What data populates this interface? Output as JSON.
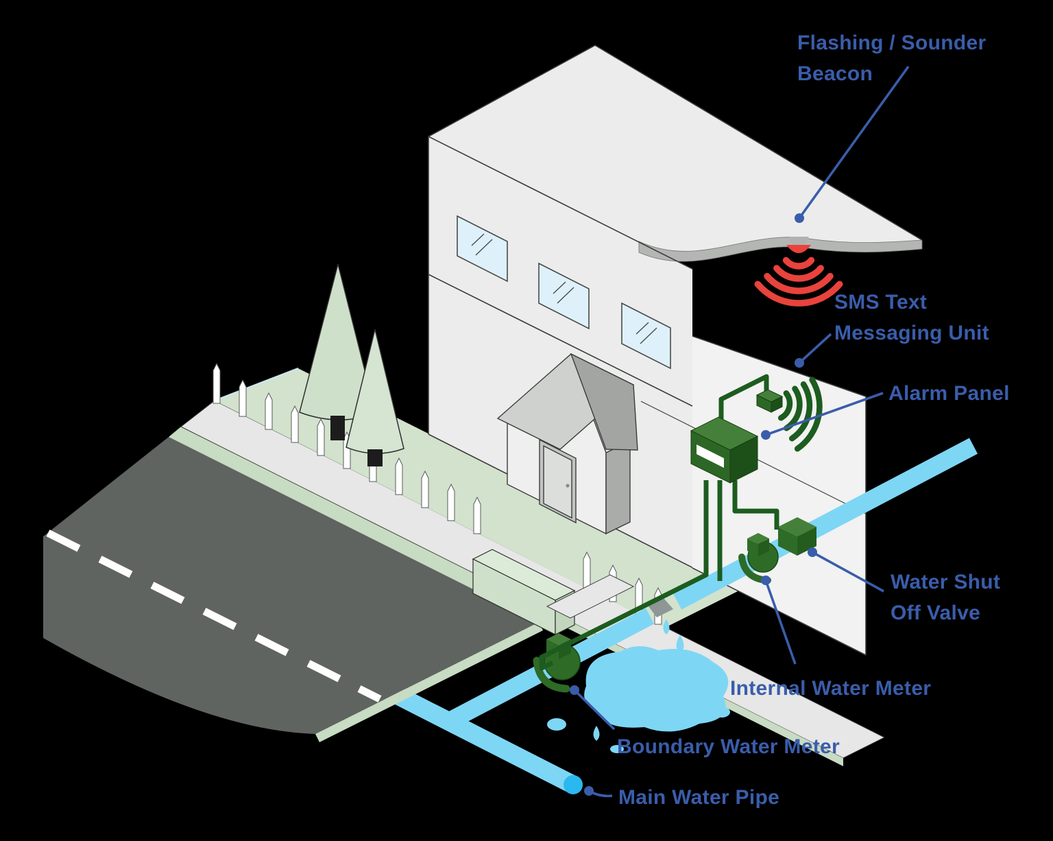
{
  "diagram": {
    "type": "isometric-illustration",
    "subject": "Water leak detection system on a building with road, garden and water supply pipework",
    "annotations": {
      "beacon": {
        "line1": "Flashing / Sounder",
        "line2": "Beacon"
      },
      "sms": {
        "line1": "SMS Text",
        "line2": "Messaging Unit"
      },
      "alarm_panel": {
        "line1": "Alarm Panel"
      },
      "shut_off_valve": {
        "line1": "Water Shut",
        "line2": "Off Valve"
      },
      "internal_meter": {
        "line1": "Internal Water Meter"
      },
      "boundary_meter": {
        "line1": "Boundary Water Meter"
      },
      "main_pipe": {
        "line1": "Main Water Pipe"
      }
    },
    "icons": {
      "sms_signal": "wifi-arcs-green",
      "beacon_signal": "alarm-arcs-red"
    },
    "colors": {
      "background": "#000000",
      "label_text": "#3a5dab",
      "leader_line": "#3a5dab",
      "water_pipe": "#7ed6f5",
      "pipe_cap": "#2bb8ee",
      "device_green": "#2e6b27",
      "device_green_light": "#45803a",
      "device_green_dark": "#1d4f18",
      "cable_green": "#1d5c1f",
      "beacon_red": "#e8433c",
      "road": "#5f6461",
      "road_marking": "#ffffff",
      "lawn": "#d2e2cd",
      "verge": "#c8dbc3",
      "pavement": "#e6e7e6",
      "building_wall": "#ececec",
      "interior_wall": "#f1f2f1",
      "roof_edge_band": "#b4b6b4",
      "window_glass": "#def1fa",
      "outline": "#3b3b3b",
      "fence": "#ffffff",
      "tree": "#cfe0ca",
      "tree_trunk": "#1c1c1c"
    }
  }
}
